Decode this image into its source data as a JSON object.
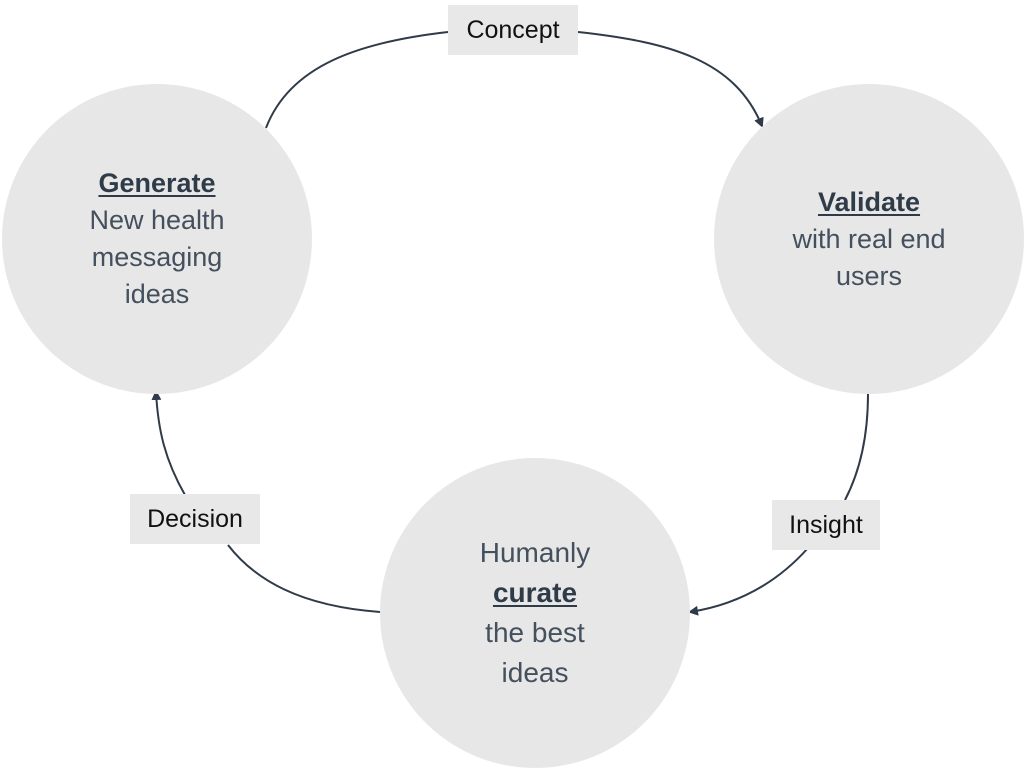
{
  "nodes": {
    "generate": {
      "keyword": "Generate",
      "lines": [
        "New health",
        "messaging",
        "ideas"
      ]
    },
    "validate": {
      "keyword": "Validate",
      "lines": [
        "with real end",
        "users"
      ]
    },
    "curate": {
      "prefix": "Humanly",
      "keyword": "curate",
      "lines": [
        "the best",
        "ideas"
      ]
    }
  },
  "edges": {
    "concept": "Concept",
    "insight": "Insight",
    "decision": "Decision"
  },
  "colors": {
    "node_fill": "#e7e7e7",
    "label_fill": "#e8e8e8",
    "arrow": "#2f3b49",
    "node_text": "#44505e"
  }
}
